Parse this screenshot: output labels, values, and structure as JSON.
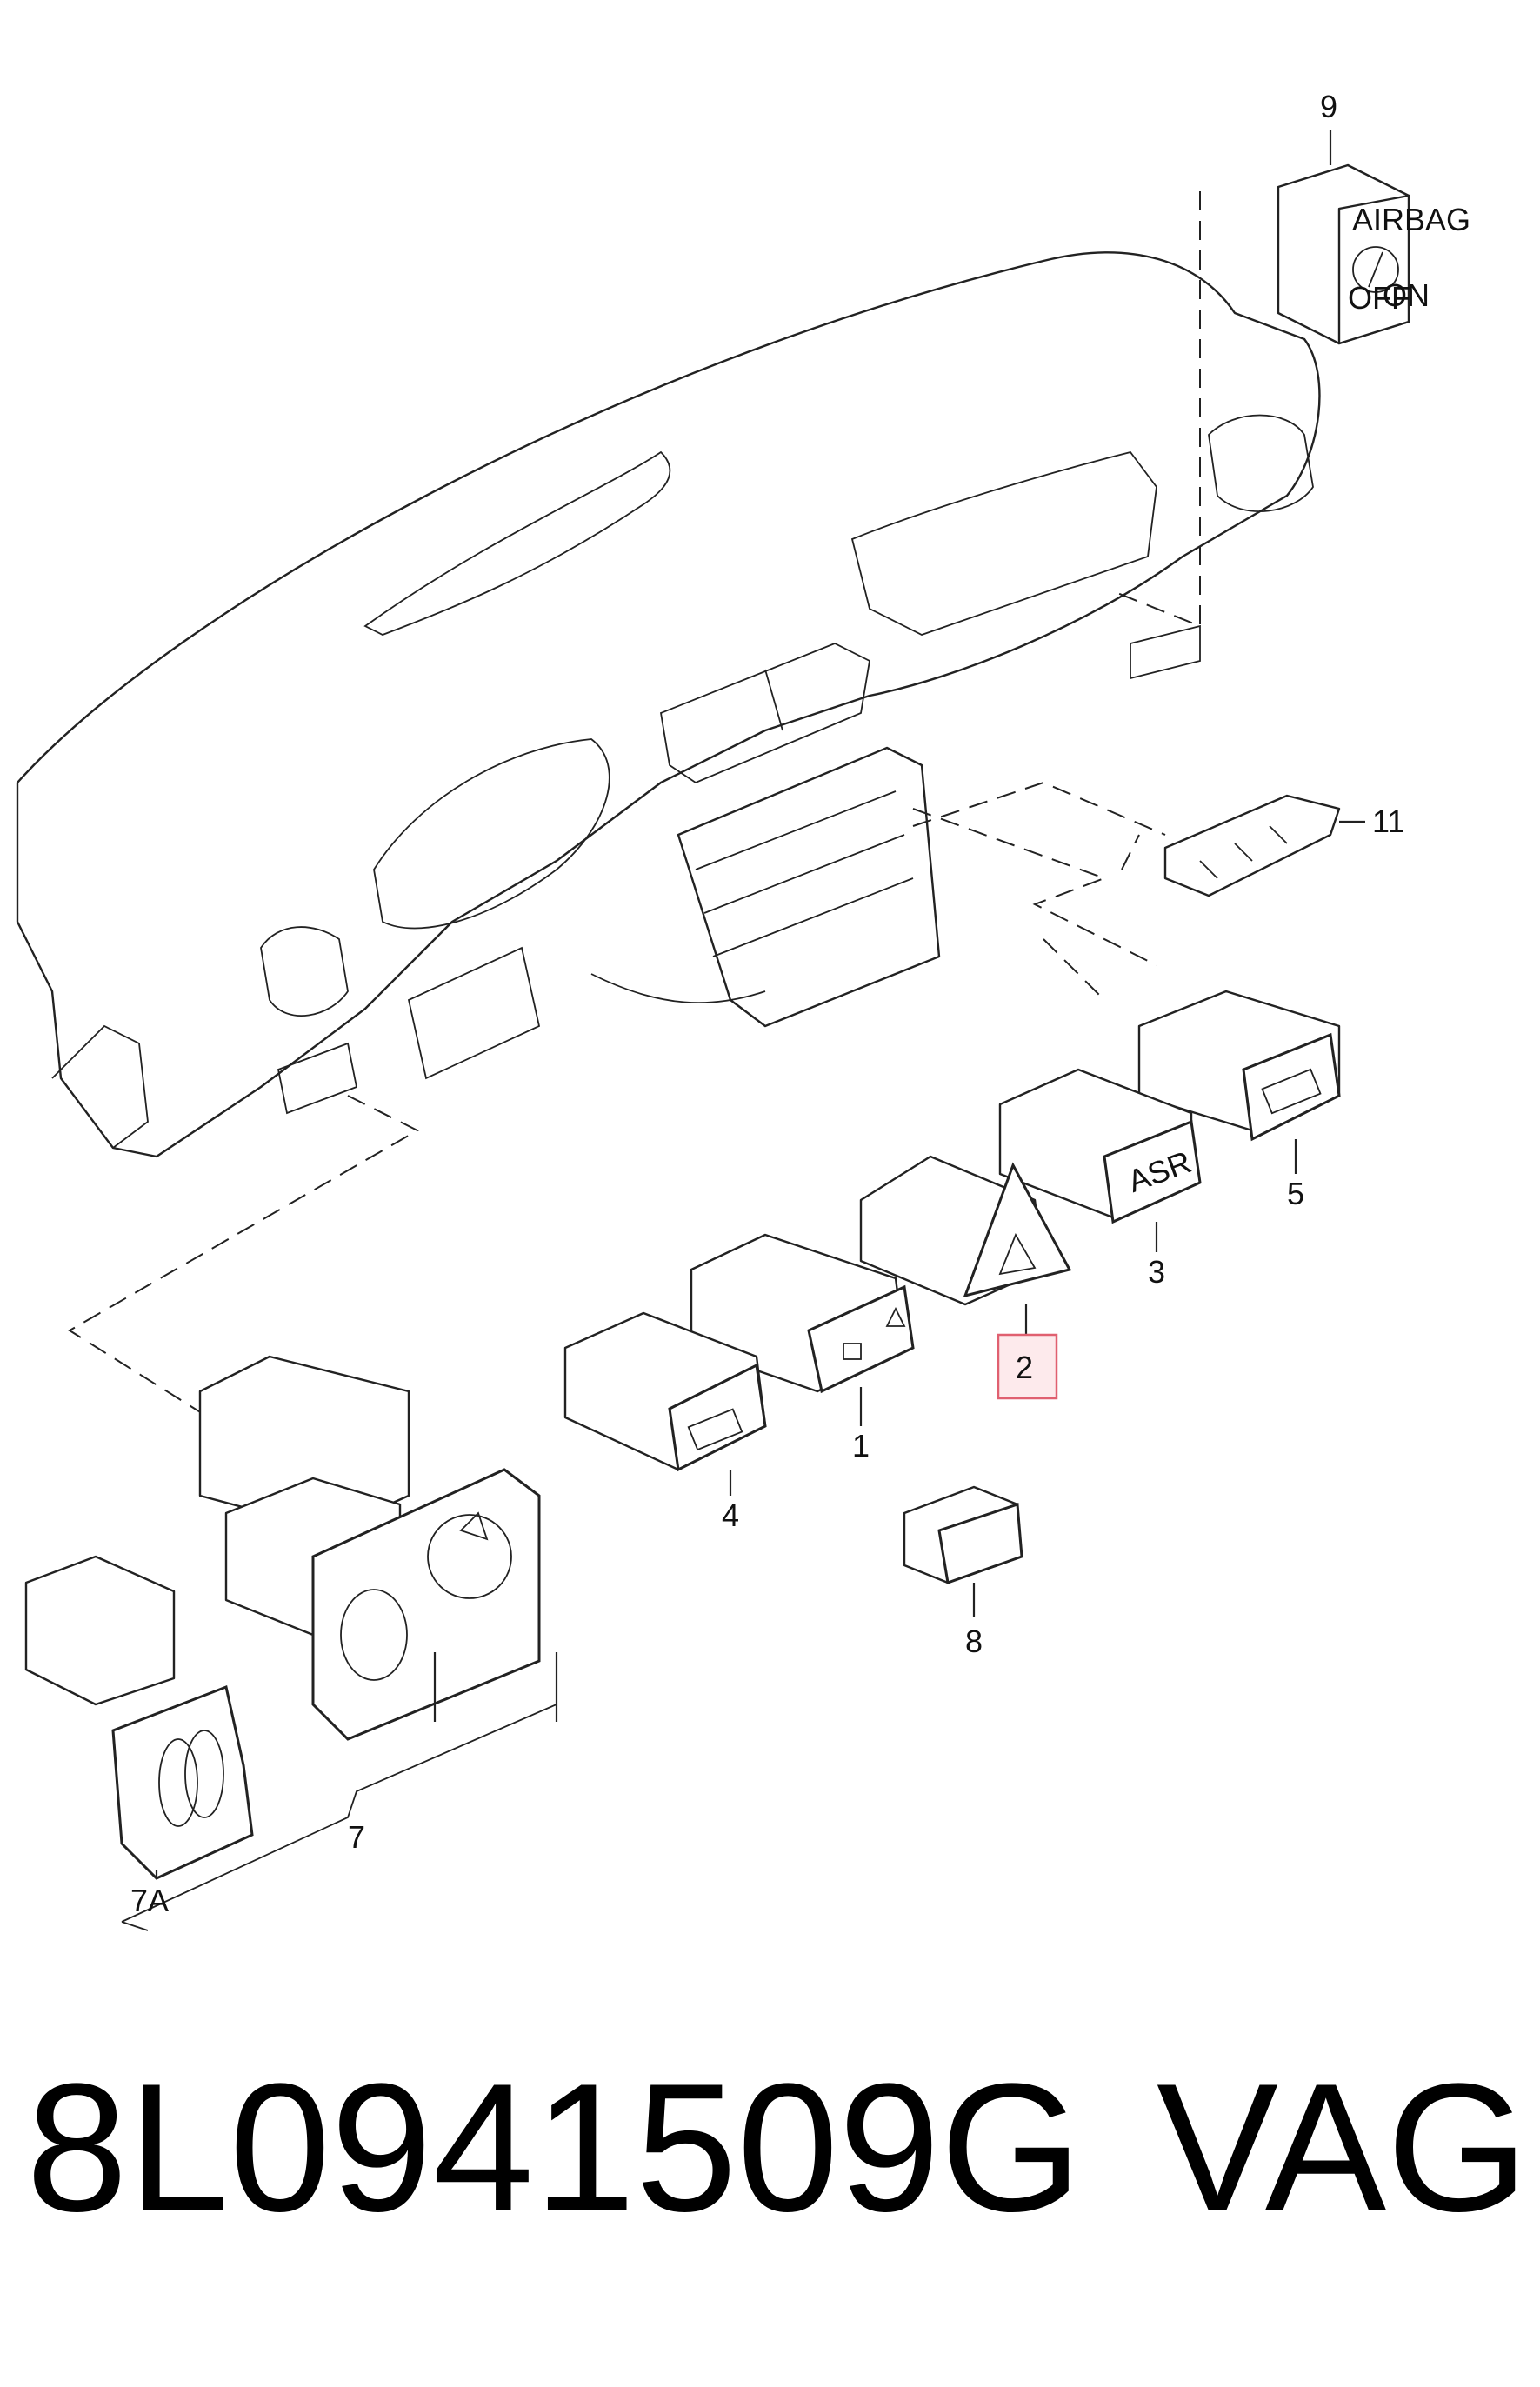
{
  "callouts": {
    "c1": "1",
    "c2": "2",
    "c3": "3",
    "c4": "4",
    "c5": "5",
    "c7": "7",
    "c7a": "7A",
    "c8": "8",
    "c9": "9",
    "c11": "11"
  },
  "highlight": {
    "callout": "2",
    "color": "#e06070"
  },
  "part_markings": {
    "asr": "ASR",
    "airbag": "AIRBAG",
    "off": "OFF",
    "on": "ON"
  },
  "footer": {
    "part_number": "8L0941509G",
    "brand": "VAG"
  }
}
